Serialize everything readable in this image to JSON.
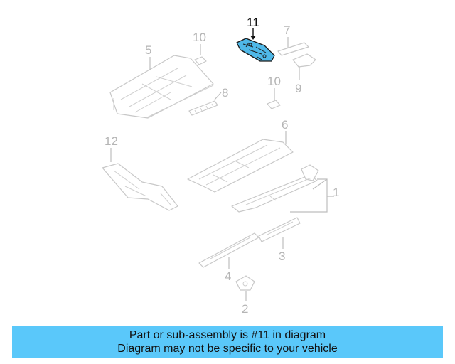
{
  "diagram": {
    "highlight_color": "#4fb8e8",
    "callouts": {
      "c1": "1",
      "c2": "2",
      "c3": "3",
      "c4": "4",
      "c5": "5",
      "c6": "6",
      "c7": "7",
      "c8": "8",
      "c9": "9",
      "c10a": "10",
      "c10b": "10",
      "c11": "11",
      "c12": "12"
    }
  },
  "banner": {
    "background": "#5ac8fa",
    "line1": "Part or sub-assembly is #11 in diagram",
    "line2": "Diagram may not be specific to your vehicle"
  }
}
